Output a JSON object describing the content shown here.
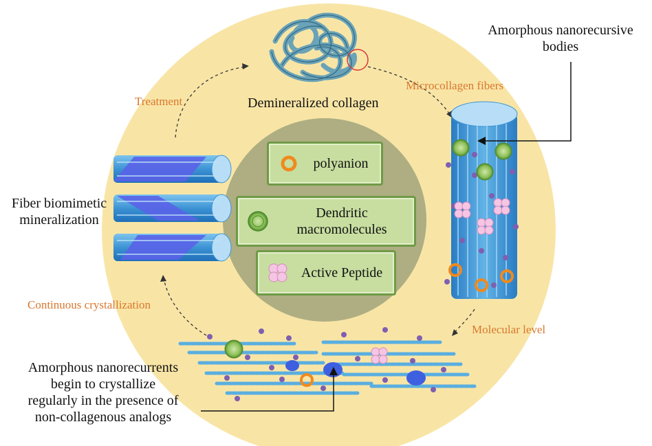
{
  "process": {
    "demineralized_collagen": "Demineralized collagen",
    "microcollagen_fibers": "Microcollagen fibers",
    "molecular_level": "Molecular level",
    "continuous_crystallization": "Continuous crystallization",
    "treatment": "Treatment",
    "fiber_biomimetic": [
      "Fiber biomimetic",
      "mineralization"
    ]
  },
  "callouts": {
    "amorphous_bodies": [
      "Amorphous nanorecursive",
      "bodies"
    ],
    "amorphous_recurrents": [
      "Amorphous nanorecurrents",
      "begin to crystallize",
      "regularly in the presence of",
      "non-collagenous analogs"
    ]
  },
  "legend": {
    "polyanion": "polyanion",
    "dendritic": [
      "Dendritic",
      "macromolecules"
    ],
    "active_peptide": "Active Peptide"
  },
  "colors": {
    "outer_circle": "#f8e5a6",
    "inner_circle": "#aeae82",
    "legend_fill": "#c7dea0",
    "label_orange": "#d9772e",
    "fiber_blue": "#4aa0da",
    "mineral_purple": "#7f5fb0"
  }
}
